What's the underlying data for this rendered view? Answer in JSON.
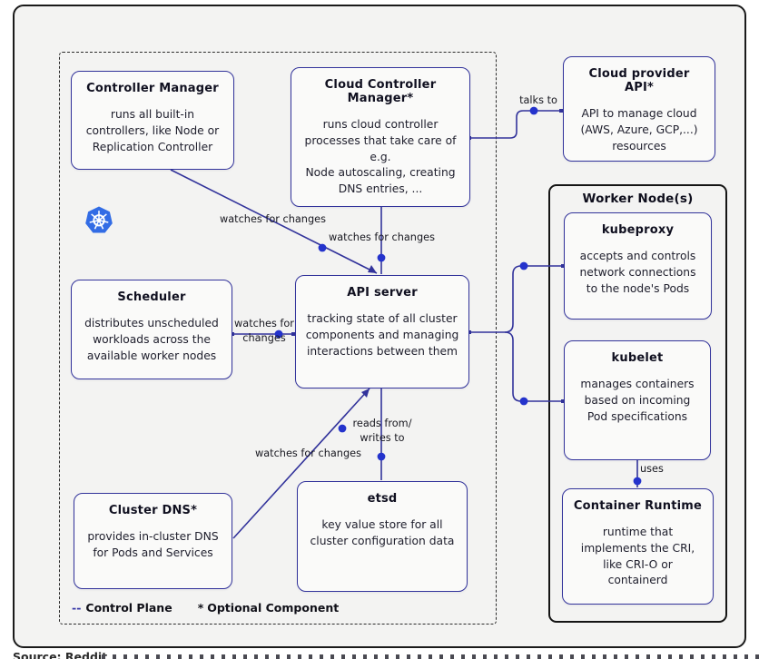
{
  "colors": {
    "accent_navy": "#32339b",
    "dot_blue": "#2433cc",
    "kubernetes_blue": "#326ce5",
    "frame_background": "#f3f3f2",
    "box_background": "#fafaf9",
    "frame_border": "#1a1a1a"
  },
  "control_plane": {
    "legend": [
      {
        "symbol": "--",
        "label": "Control Plane"
      },
      {
        "symbol": "*",
        "label": "Optional Component"
      }
    ],
    "controller_manager": {
      "title": "Controller Manager",
      "body": "runs all built-in controllers, like Node or Replication Controller"
    },
    "cloud_controller_manager": {
      "title": "Cloud Controller Manager*",
      "body": "runs cloud controller processes that take care of e.g.\nNode autoscaling, creating DNS entries, ..."
    },
    "scheduler": {
      "title": "Scheduler",
      "body": "distributes unscheduled workloads across the available worker nodes"
    },
    "api_server": {
      "title": "API server",
      "body": "tracking state of all cluster components and managing interactions between them"
    },
    "etsd": {
      "title": "etsd",
      "body": "key value store for all cluster configuration data"
    },
    "cluster_dns": {
      "title": "Cluster DNS*",
      "body": "provides in-cluster DNS for Pods and Services"
    }
  },
  "cloud_provider_api": {
    "title": "Cloud provider API*",
    "body": "API to manage cloud (AWS, Azure, GCP,...) resources"
  },
  "worker_nodes": {
    "title": "Worker Node(s)",
    "kubeproxy": {
      "title": "kubeproxy",
      "body": "accepts and controls network connections to the node's Pods"
    },
    "kubelet": {
      "title": "kubelet",
      "body": "manages containers based on incoming Pod specifications"
    },
    "container_runtime": {
      "title": "Container Runtime",
      "body": "runtime that implements the CRI, like CRI-O or containerd"
    }
  },
  "edge_labels": {
    "talks_to": "talks to",
    "cm_watches": "watches for changes",
    "ccm_watches": "watches for changes",
    "scheduler_watches": "watches for\nchanges",
    "reads_writes": "reads from/\nwrites to",
    "dns_watches": "watches for changes",
    "uses": "uses"
  },
  "icons": {
    "kubernetes_logo": "kubernetes-helm-wheel-icon"
  },
  "footer": {
    "source": "Source: Reddit"
  }
}
